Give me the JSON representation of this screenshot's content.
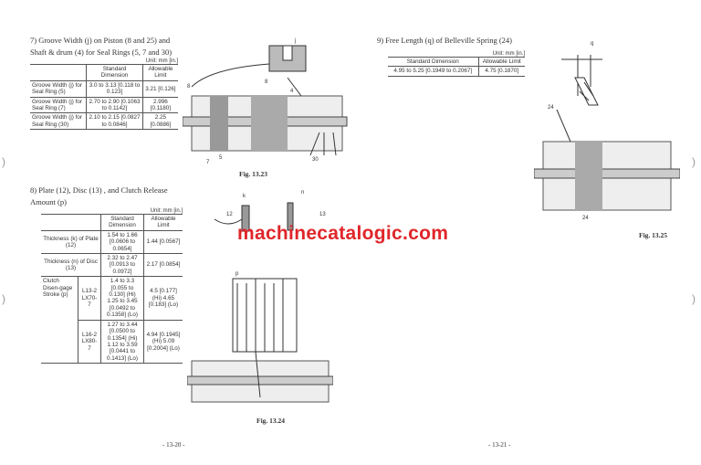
{
  "left": {
    "s7": {
      "title": "7)  Groove Width (j) on Piston (8 and 25) and Shaft & drum (4) for Seal Rings (5, 7 and 30)",
      "unit": "Unit: mm [in.]",
      "headers": [
        "Standard Dimension",
        "Allowable Limit"
      ],
      "rows": [
        {
          "item": "Groove Width (j) for Seal Ring (5)",
          "std": "3.0 to 3.13 [0.118 to 0.123]",
          "limit": "3.21 [0.126]"
        },
        {
          "item": "Groove Width (j) for Seal Ring (7)",
          "std": "2.70 to 2.90 [0.1063 to 0.1142]",
          "limit": "2.996 [0.1180]"
        },
        {
          "item": "Groove Width (j) for Seal Ring (30)",
          "std": "2.10 to 2.15 [0.0827 to 0.0846]",
          "limit": "2.25 [0.0886]"
        }
      ]
    },
    "s8": {
      "title": "8)  Plate (12), Disc (13) , and Clutch Release Amount (p)",
      "unit": "Unit: mm [in.]",
      "headers": [
        "Standard Dimension",
        "Allowable Limit"
      ],
      "plate": {
        "item": "Thickness (k) of Plate (12)",
        "std": "1.54 to 1.66 [0.0606 to 0.0654]",
        "limit": "1.44 [0.0567]"
      },
      "disc": {
        "item": "Thickness (n) of Disc (13)",
        "std": "2.32 to 2.47 [0.0913 to 0.0972]",
        "limit": "2.17 [0.0854]"
      },
      "stroke": "Clutch Disen-gage Stroke (p)",
      "models": [
        {
          "model": "L13-2 LX70-7",
          "std": "1.4 to 3.3 [0.055 to 0.130] (Hi) 1.25 to 3.45 [0.0492 to 0.1358] (Lo)",
          "limit": "4.5 [0.177] (Hi) 4.65 [0.183] (Lo)"
        },
        {
          "model": "L16-2 LX80-7",
          "std": "1.27 to 3.44 [0.0500 to 0.1354] (Hi) 1.12 to 3.59 [0.0441 to 0.1413] (Lo)",
          "limit": "4.94 [0.1945] (Hi) 5.09 [0.2004] (Lo)"
        }
      ]
    },
    "fig23": {
      "caption": "Fig. 13.23",
      "labels": [
        "j",
        "8",
        "8",
        "4",
        "7",
        "5",
        "30"
      ]
    },
    "fig24": {
      "caption": "Fig. 13.24",
      "labels": [
        "k",
        "n",
        "12",
        "13",
        "p"
      ]
    },
    "page": "- 13-20 -"
  },
  "right": {
    "s9": {
      "title": "9)  Free Length (q) of Belleville Spring (24)",
      "unit": "Unit: mm [in.]",
      "headers": [
        "Standard Dimension",
        "Allowable Limit"
      ],
      "std": "4.95 to 5.25 [0.1949 to 0.2067]",
      "limit": "4.75 [0.1870]"
    },
    "fig25": {
      "caption": "Fig. 13.25",
      "labels": [
        "q",
        "24",
        "24"
      ]
    },
    "page": "- 13-21 -"
  },
  "watermark": "machinecatalogic.com"
}
